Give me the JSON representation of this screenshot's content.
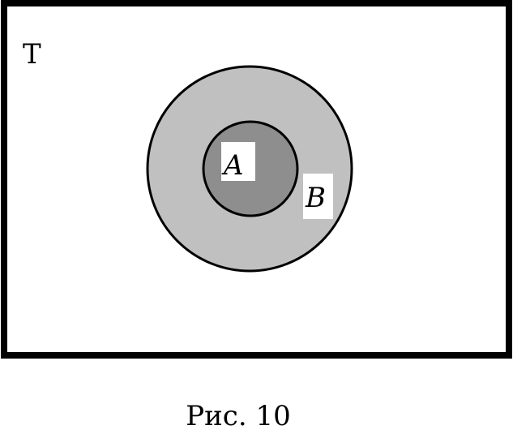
{
  "universe": {
    "label": "T"
  },
  "sets": {
    "outer": {
      "label": "B",
      "fill_color": "#c0c0c0"
    },
    "inner": {
      "label": "A",
      "fill_color": "#8e8e8e"
    }
  },
  "caption": "Рис. 10",
  "colors": {
    "border": "#000000",
    "background": "#ffffff",
    "label_box": "#ffffff"
  }
}
